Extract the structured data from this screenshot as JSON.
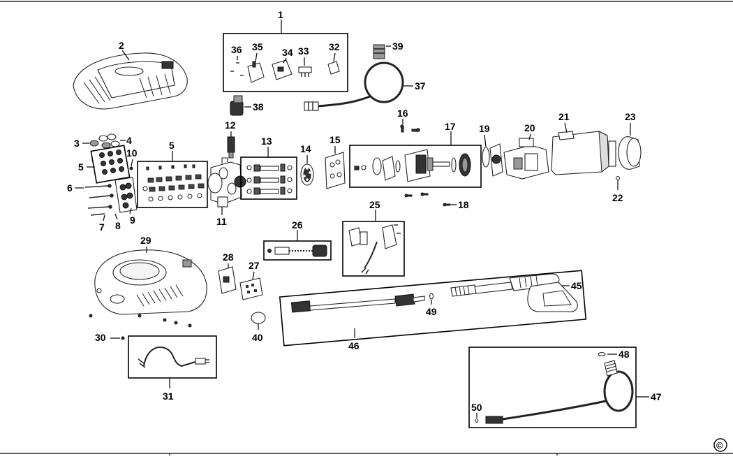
{
  "diagram": {
    "labels": {
      "l1": "1",
      "l2": "2",
      "l3": "3",
      "l4": "4",
      "l5a": "5",
      "l5b": "5",
      "l6": "6",
      "l7": "7",
      "l8": "8",
      "l9": "9",
      "l10": "10",
      "l11": "11",
      "l12": "12",
      "l13": "13",
      "l14": "14",
      "l15": "15",
      "l16": "16",
      "l17": "17",
      "l18": "18",
      "l19": "19",
      "l20": "20",
      "l21": "21",
      "l22": "22",
      "l23": "23",
      "l25": "25",
      "l26": "26",
      "l27": "27",
      "l28": "28",
      "l29": "29",
      "l30": "30",
      "l31": "31",
      "l32": "32",
      "l33": "33",
      "l34": "34",
      "l35": "35",
      "l36": "36",
      "l37": "37",
      "l38": "38",
      "l39": "39",
      "l40": "40",
      "l45": "45",
      "l46": "46",
      "l47": "47",
      "l48": "48",
      "l49": "49",
      "l50": "50"
    },
    "copyright": "©"
  }
}
